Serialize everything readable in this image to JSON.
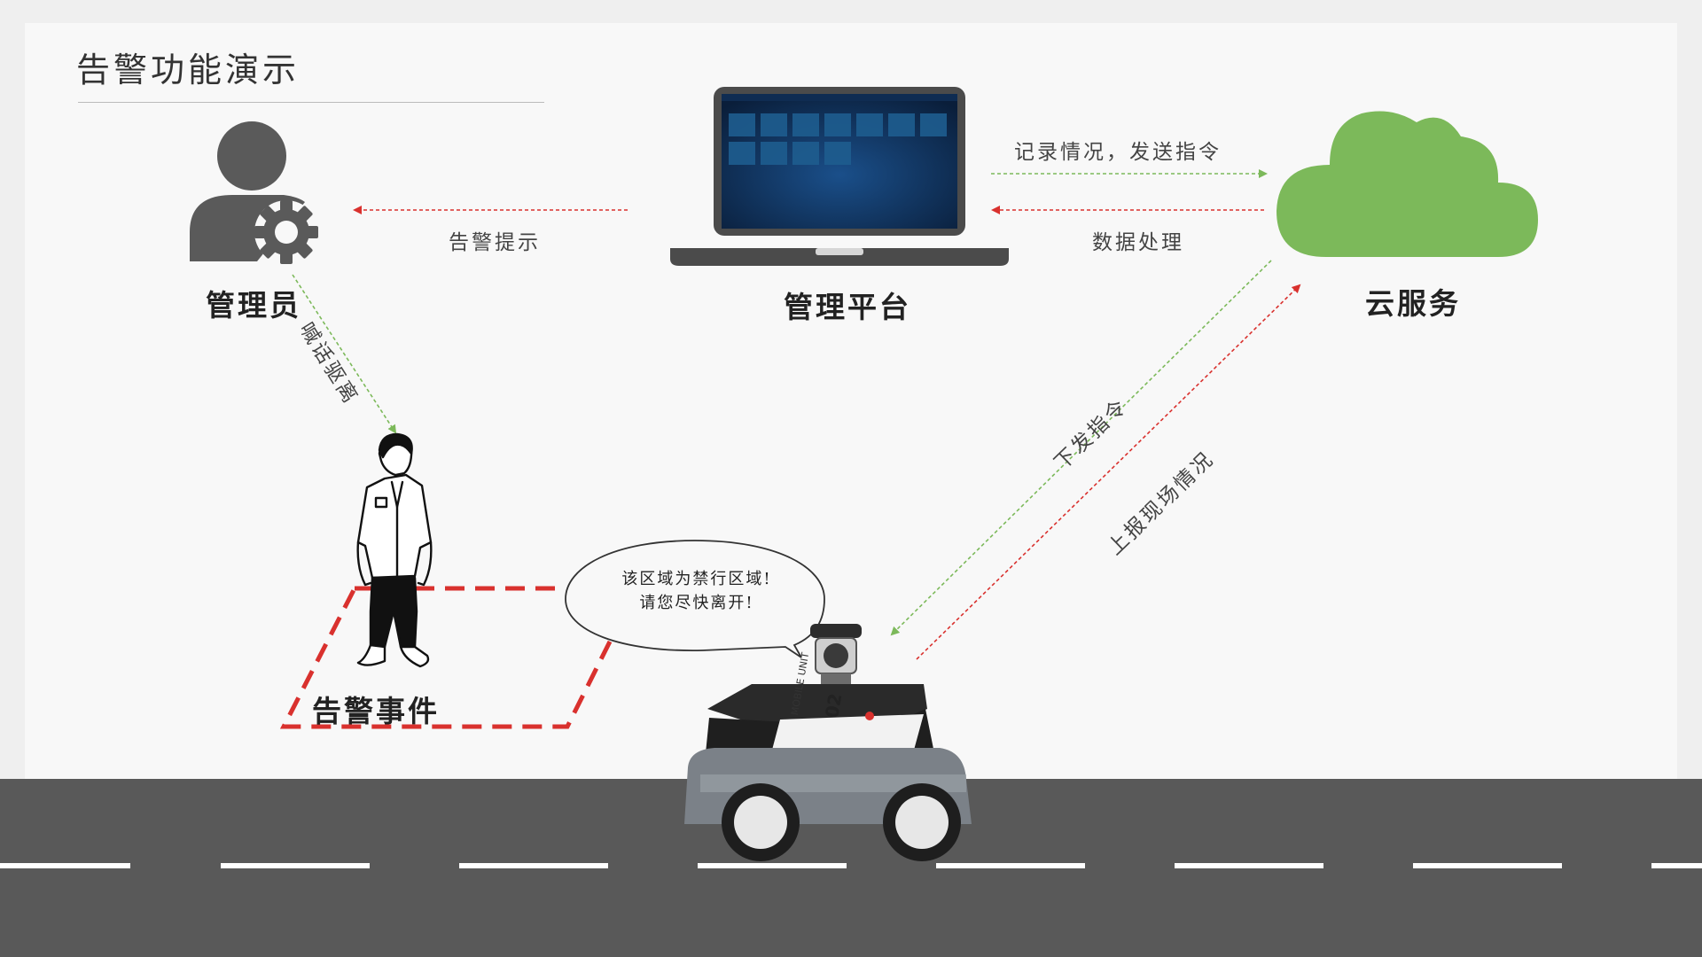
{
  "title": "告警功能演示",
  "nodes": {
    "admin": "管理员",
    "platform": "管理平台",
    "cloud": "云服务",
    "event": "告警事件"
  },
  "edges": {
    "record_send": "记录情况，发送指令",
    "data_processing": "数据处理",
    "alarm_prompt": "告警提示",
    "shout_drive": "喊话驱离",
    "issue_command": "下发指令",
    "report_scene": "上报现场情况"
  },
  "speech_bubble": {
    "line1": "该区域为禁行区域!",
    "line2": "请您尽快离开!"
  },
  "robot": {
    "body_text": "MOBILE UNIT",
    "number": "02"
  },
  "colors": {
    "cloud": "#7cb95a",
    "green_arrow": "#7cb95a",
    "red_arrow": "#d9312e",
    "zone_dash": "#d9312e",
    "road": "#595959",
    "icon_gray": "#5a5a5a"
  }
}
